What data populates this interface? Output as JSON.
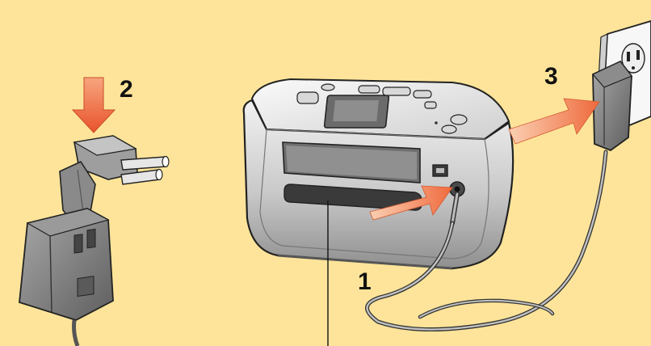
{
  "steps": [
    {
      "number": "1"
    },
    {
      "number": "2"
    },
    {
      "number": "3"
    }
  ],
  "colors": {
    "background": "#fde49a",
    "arrow": "#ef6a3d",
    "device_gray": "#8d8d8d",
    "outline": "#222222"
  }
}
